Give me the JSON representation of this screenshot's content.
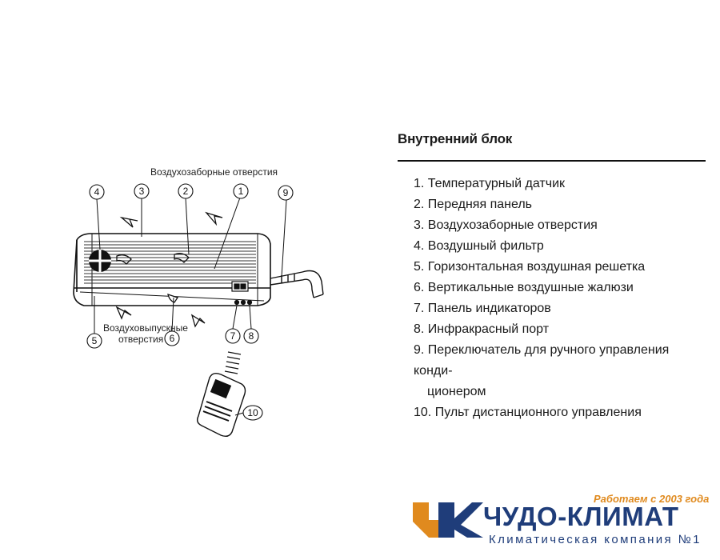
{
  "diagram": {
    "label_top": "Воздухозаборные отверстия",
    "label_bottom_line1": "Воздуховыпускные",
    "label_bottom_line2": "отверстия",
    "callouts": [
      "1",
      "2",
      "3",
      "4",
      "5",
      "6",
      "7",
      "8",
      "9",
      "10"
    ]
  },
  "section": {
    "title": "Внутренний блок",
    "items": [
      "1. Температурный датчик",
      "2. Передняя панель",
      "3. Воздухозаборные отверстия",
      "4. Воздушный фильтр",
      "5. Горизонтальная воздушная решетка",
      "6. Вертикальные воздушные жалюзи",
      "7. Панель индикаторов",
      "8. Инфракрасный порт",
      "9. Переключатель для ручного управления конди-",
      "10. Пульт дистанционного управления"
    ],
    "item9_continuation": "ционером"
  },
  "logo": {
    "slogan": "Работаем с 2003 года",
    "brand": "ЧУДО-КЛИМАТ",
    "tagline": "Климатическая компания №1",
    "colors": {
      "orange": "#e08a1e",
      "blue": "#1f3d7a"
    }
  }
}
